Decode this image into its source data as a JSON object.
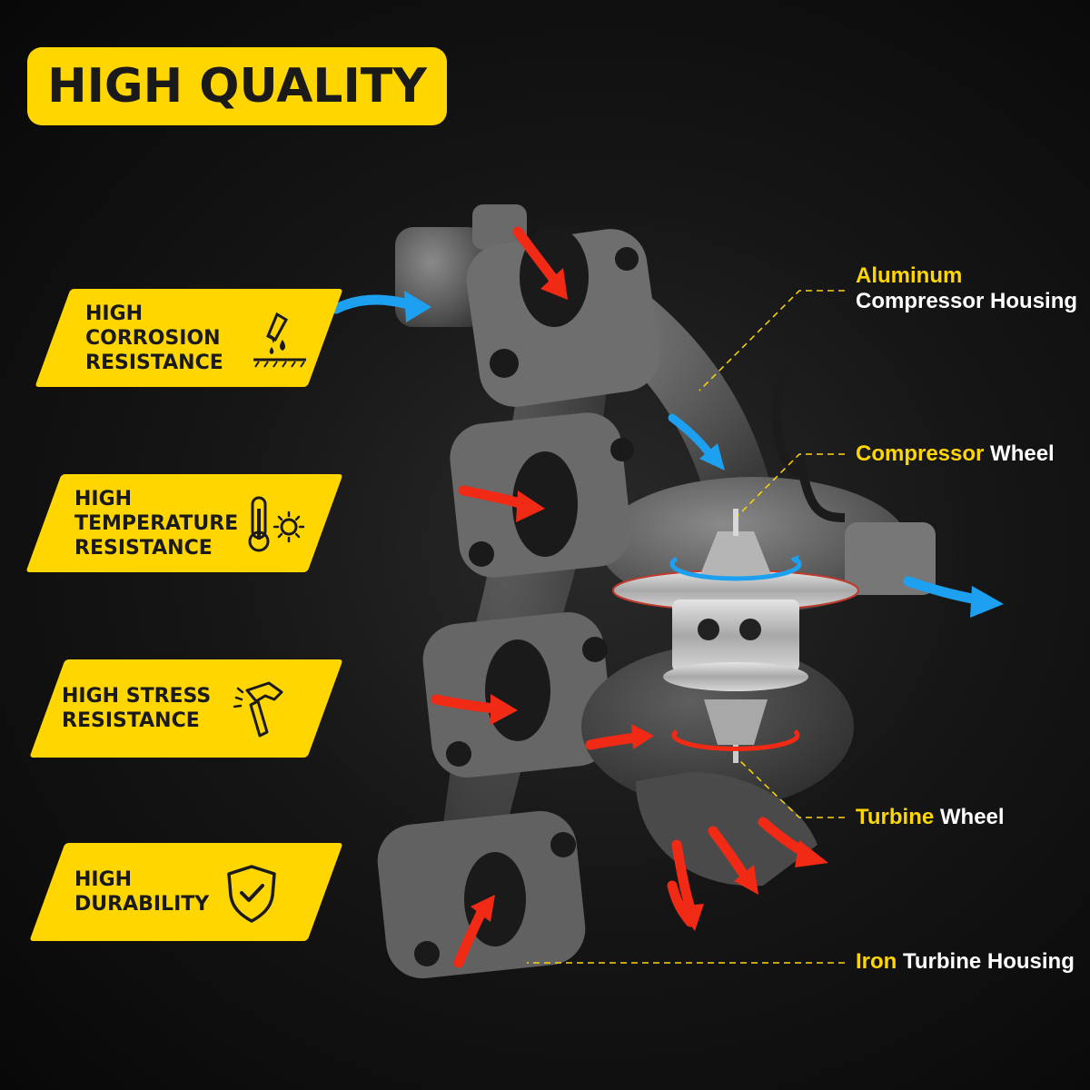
{
  "title": "HIGH QUALITY",
  "features": [
    {
      "line1": "HIGH",
      "line2": "CORROSION",
      "line3": "RESISTANCE",
      "icon": "corrosion-resistance-icon"
    },
    {
      "line1": "HIGH",
      "line2": "TEMPERATURE",
      "line3": "RESISTANCE",
      "icon": "thermometer-sun-icon"
    },
    {
      "line1": "HIGH STRESS",
      "line2": "RESISTANCE",
      "icon": "hammer-icon"
    },
    {
      "line1": "HIGH",
      "line2": "DURABILITY",
      "icon": "shield-check-icon"
    }
  ],
  "callouts": [
    {
      "highlight": "Aluminum",
      "text": "Compressor Housing"
    },
    {
      "highlight": "Compressor",
      "text": "Wheel"
    },
    {
      "highlight": "Turbine",
      "text": "Wheel"
    },
    {
      "highlight": "Iron",
      "text": "Turbine Housing"
    }
  ],
  "colors": {
    "accent": "#ffd600",
    "intake_arrow": "#1ea0f0",
    "exhaust_arrow": "#f02a14",
    "background": "#0d0d0d"
  }
}
